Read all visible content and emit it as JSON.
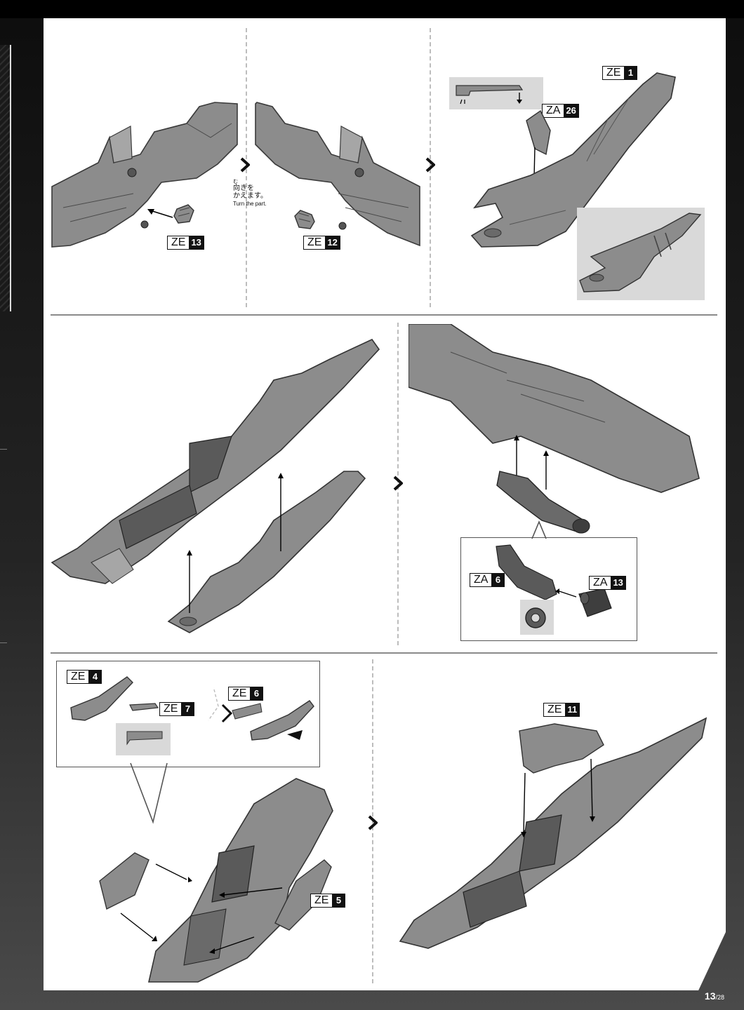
{
  "labels": {
    "ze13": {
      "code": "ZE",
      "num": "13"
    },
    "ze12": {
      "code": "ZE",
      "num": "12"
    },
    "ze1": {
      "code": "ZE",
      "num": "1"
    },
    "za26": {
      "code": "ZA",
      "num": "26"
    },
    "za6": {
      "code": "ZA",
      "num": "6"
    },
    "za13": {
      "code": "ZA",
      "num": "13"
    },
    "ze4": {
      "code": "ZE",
      "num": "4"
    },
    "ze7": {
      "code": "ZE",
      "num": "7"
    },
    "ze6": {
      "code": "ZE",
      "num": "6"
    },
    "ze5": {
      "code": "ZE",
      "num": "5"
    },
    "ze11": {
      "code": "ZE",
      "num": "11"
    }
  },
  "notes": {
    "turn_furigana": "む",
    "turn_jp_line1": "向きを",
    "turn_jp_line2": "かえます。",
    "turn_en": "Turn the part."
  },
  "page_number": {
    "current": "13",
    "total": "/28"
  },
  "colors": {
    "part_fill": "#8c8c8c",
    "part_dark": "#5a5a5a",
    "inset_bg": "#d9d9d9",
    "label_num_bg": "#111111"
  }
}
